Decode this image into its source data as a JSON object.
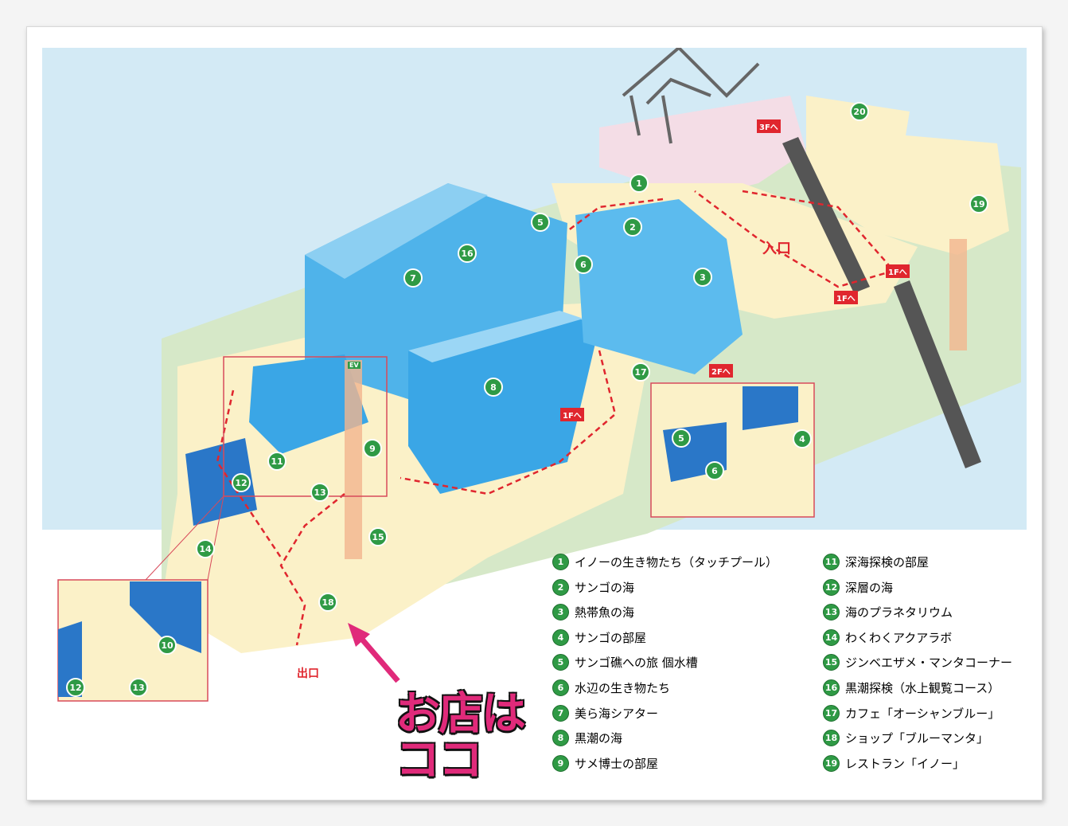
{
  "map": {
    "floor_tags": [
      "3Fへ",
      "1Fへ",
      "1Fへ",
      "2Fへ",
      "1Fへ"
    ],
    "entrance_label": "入口",
    "exit_label": "出口",
    "ev_label": "EV",
    "colors": {
      "water": "#d3eaf5",
      "floor": "#fbf1c8",
      "tank": "#3aa6e6",
      "route": "#e0262e",
      "marker": "#2f9a45",
      "callout": "#e02a7a"
    }
  },
  "callout": {
    "line1": "お店は",
    "line2": "ココ"
  },
  "legend": [
    {
      "num": "1",
      "label": "イノーの生き物たち（タッチプール）"
    },
    {
      "num": "2",
      "label": "サンゴの海"
    },
    {
      "num": "3",
      "label": "熱帯魚の海"
    },
    {
      "num": "4",
      "label": "サンゴの部屋"
    },
    {
      "num": "5",
      "label": "サンゴ礁への旅 個水槽"
    },
    {
      "num": "6",
      "label": "水辺の生き物たち"
    },
    {
      "num": "7",
      "label": "美ら海シアター"
    },
    {
      "num": "8",
      "label": "黒潮の海"
    },
    {
      "num": "9",
      "label": "サメ博士の部屋"
    },
    {
      "num": "11",
      "label": "深海探検の部屋"
    },
    {
      "num": "12",
      "label": "深層の海"
    },
    {
      "num": "13",
      "label": "海のプラネタリウム"
    },
    {
      "num": "14",
      "label": "わくわくアクアラボ"
    },
    {
      "num": "15",
      "label": "ジンベエザメ・マンタコーナー"
    },
    {
      "num": "16",
      "label": "黒潮探検（水上観覧コース）"
    },
    {
      "num": "17",
      "label": "カフェ「オーシャンブルー」"
    },
    {
      "num": "18",
      "label": "ショップ「ブルーマンタ」"
    },
    {
      "num": "19",
      "label": "レストラン「イノー」"
    }
  ]
}
